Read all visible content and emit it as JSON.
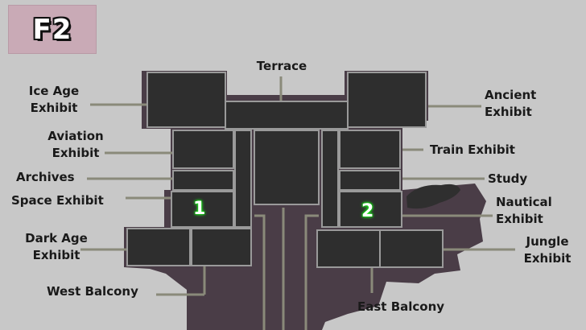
{
  "floor": "F2",
  "rooms": {
    "terrace": "Terrace",
    "ice_age": [
      "Ice Age",
      "Exhibit"
    ],
    "ancient": [
      "Ancient",
      "Exhibit"
    ],
    "aviation": [
      "Aviation",
      "Exhibit"
    ],
    "train": "Train Exhibit",
    "archives": "Archives",
    "study": "Study",
    "space": "Space Exhibit",
    "nautical": [
      "Nautical",
      "Exhibit"
    ],
    "dark_age": [
      "Dark Age",
      "Exhibit"
    ],
    "jungle": [
      "Jungle",
      "Exhibit"
    ],
    "west_balcony": "West Balcony",
    "east_balcony": "East Balcony"
  },
  "markers": [
    "1",
    "2"
  ],
  "colors": {
    "background": "#c8c8c8",
    "floor_fill": "#4a3d47",
    "room_fill": "#2e2e2e",
    "room_border": "#9a9a9a",
    "leader_line": "#8a8a7a",
    "badge": "#c9aab6",
    "marker_glow": "#25ff25"
  }
}
